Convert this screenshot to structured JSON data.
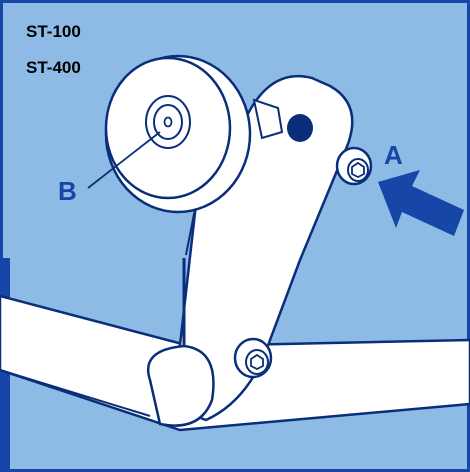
{
  "models": [
    "ST-100",
    "ST-400"
  ],
  "callouts": {
    "a": "A",
    "b": "B"
  },
  "colors": {
    "background": "#8dbbe6",
    "frame": "#1646a8",
    "outline": "#0a2e7a",
    "part_fill": "#ffffff",
    "arrow": "#1646a8"
  },
  "icons": {
    "hex_bolt": "hex-socket-bolt-icon",
    "arrow": "pointer-arrow-icon"
  }
}
